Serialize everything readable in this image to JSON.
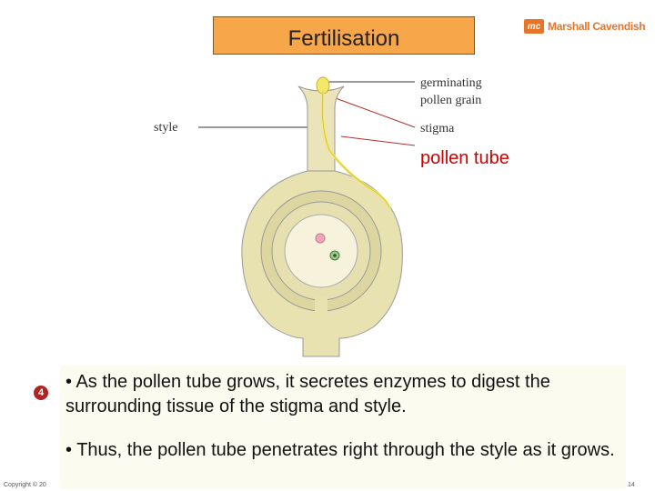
{
  "title": "Fertilisation",
  "logo": {
    "mark": "mc",
    "text": "Marshall Cavendish"
  },
  "labels": {
    "germinating_line1": "germinating",
    "germinating_line2": "pollen grain",
    "style": "style",
    "stigma": "stigma",
    "pollen_tube": "pollen tube"
  },
  "step_number": "4",
  "bullets": [
    "• As the pollen tube grows, it secretes enzymes to digest the surrounding tissue of the stigma and style.",
    "• Thus, the pollen tube penetrates right through the style as it grows."
  ],
  "footer": {
    "copyright": "Copyright © 20",
    "page": "14"
  },
  "colors": {
    "title_bg": "#f7a64a",
    "brand": "#e8742a",
    "label_red": "#cc0000",
    "tissue": "#e8e2b0",
    "pollen": "#f0e070"
  }
}
